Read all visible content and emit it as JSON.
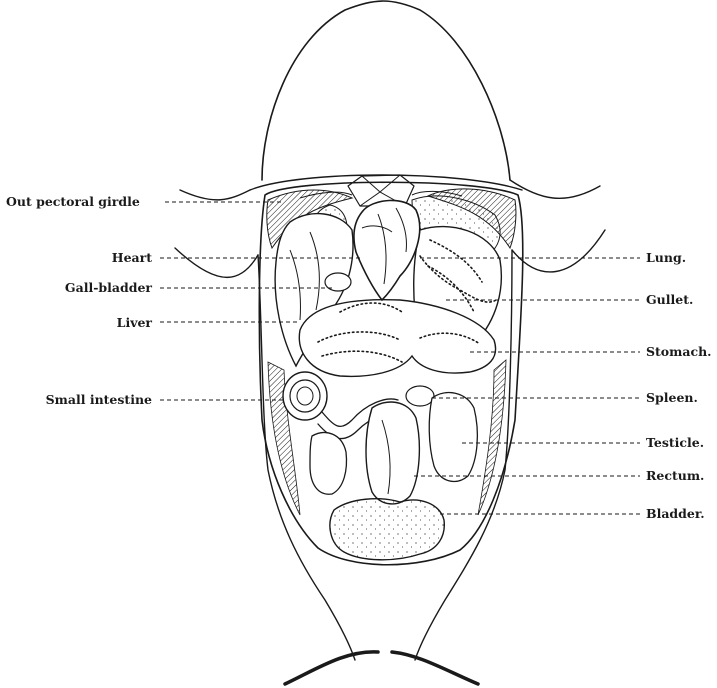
{
  "labels": {
    "left": [
      "Out pectoral girdle",
      "Heart",
      "Gall-bladder",
      "Liver",
      "Small intestine"
    ],
    "right": [
      "Lung.",
      "Gullet.",
      "Stomach.",
      "Spleen.",
      "Testicle.",
      "Rectum.",
      "Bladder."
    ]
  }
}
